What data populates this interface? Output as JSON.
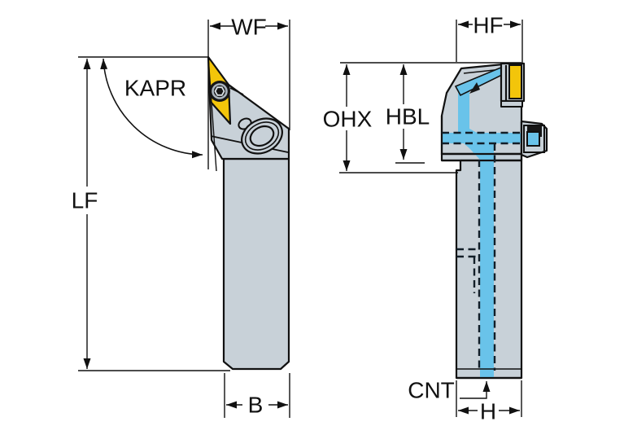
{
  "dimensions": {
    "wf": {
      "label": "WF"
    },
    "kapr": {
      "label": "KAPR"
    },
    "lf": {
      "label": "LF"
    },
    "b": {
      "label": "B"
    },
    "hf": {
      "label": "HF"
    },
    "ohx": {
      "label": "OHX"
    },
    "hbl": {
      "label": "HBL"
    },
    "cnt": {
      "label": "CNT"
    },
    "h": {
      "label": "H"
    }
  },
  "colors": {
    "body_gray": "#c8d1d8",
    "insert_yellow": "#f3c50a",
    "coolant_blue": "#69c3ea",
    "outline_black": "#111111",
    "background": "#ffffff"
  }
}
